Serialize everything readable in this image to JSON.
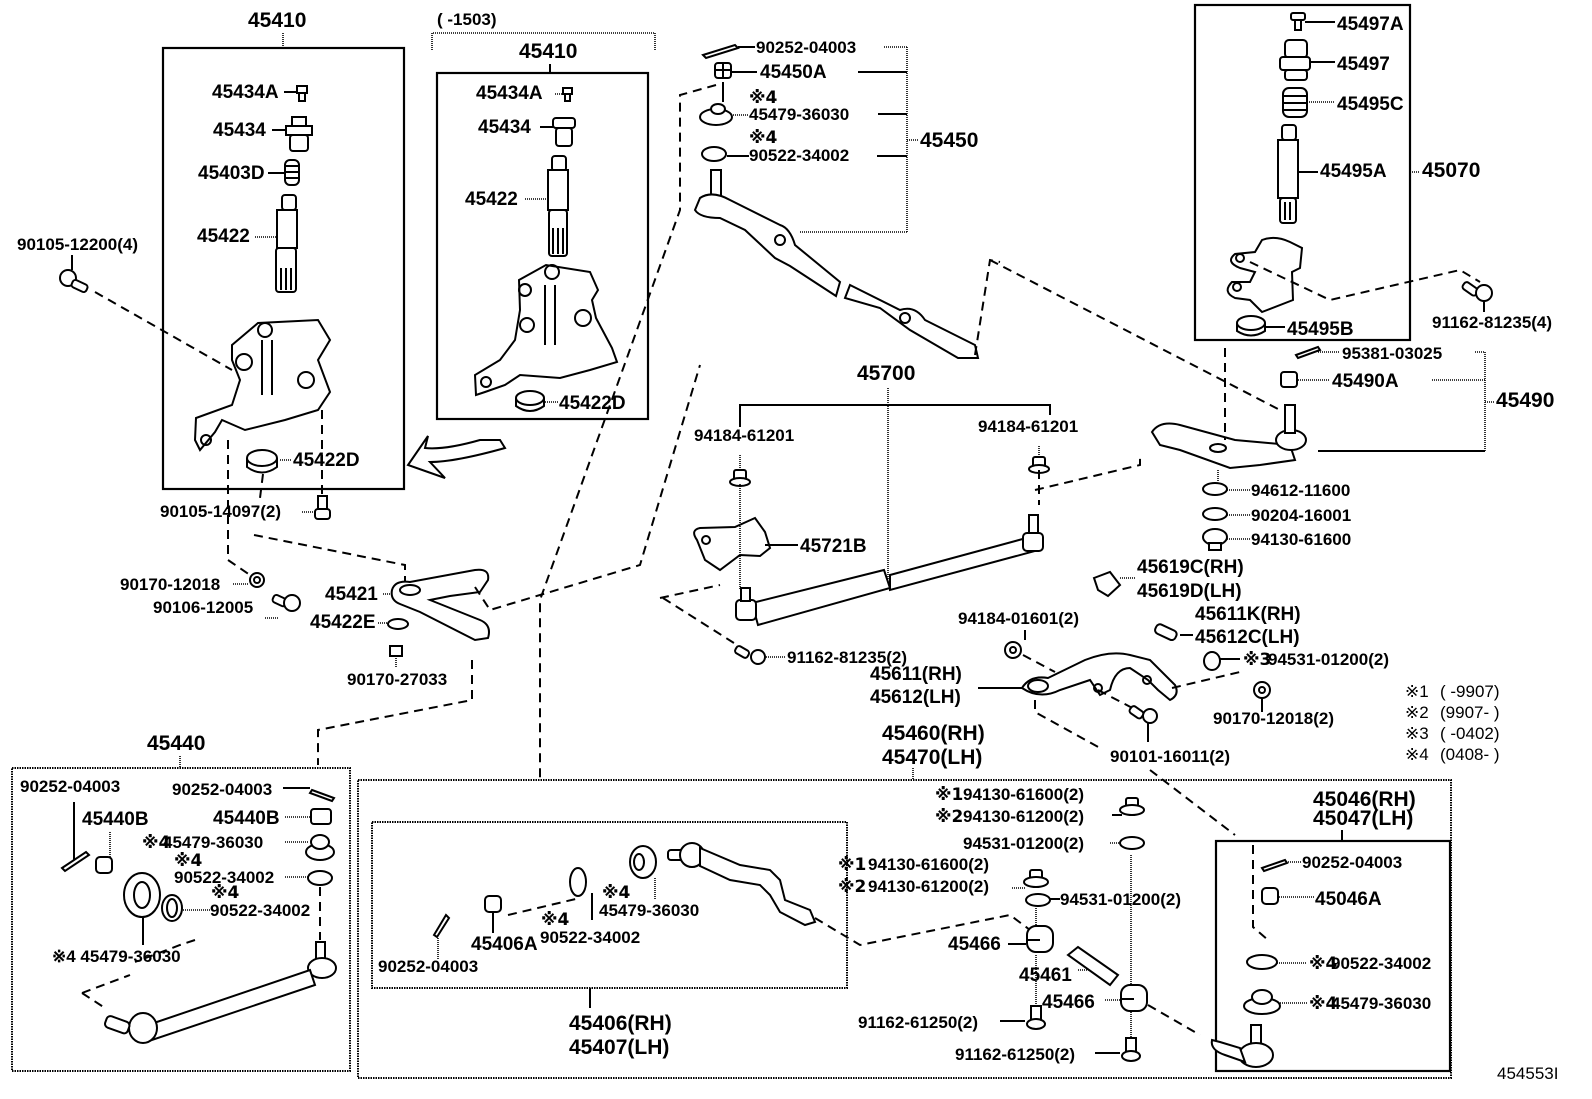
{
  "diagram_id": "454553I",
  "groups": {
    "knuckle_arm_current": {
      "assembly": "45410",
      "parts": [
        "45434A",
        "45434",
        "45403D",
        "45422",
        "45422D"
      ],
      "bolt_outside": "90105-12200(4)",
      "bolt_below": "90105-14097(2)"
    },
    "knuckle_arm_old": {
      "date_range": "(      -1503)",
      "assembly": "45410",
      "parts": [
        "45434A",
        "45434",
        "45422",
        "45422D"
      ]
    },
    "tie_rod_end_45450": {
      "assembly": "45450",
      "parts": [
        {
          "mark": "",
          "number": "90252-04003"
        },
        {
          "mark": "",
          "number": "45450A"
        },
        {
          "mark": "※4",
          "number": "45479-36030"
        },
        {
          "mark": "※4",
          "number": "90522-34002"
        }
      ]
    },
    "idler_45070": {
      "assembly": "45070",
      "parts": [
        "45497A",
        "45497",
        "45495C",
        "45495A",
        "45495B"
      ],
      "bolt_outside": "91162-81235(4)"
    },
    "idler_arm_45490": {
      "assembly": "45490",
      "parts": [
        "95381-03025",
        "45490A"
      ],
      "washers": [
        "94612-11600",
        "90204-16001",
        "94130-61600"
      ]
    },
    "relay_rod_45700": {
      "assembly": "45700",
      "nut_left": "94184-61201",
      "nut_right": "94184-61201",
      "bracket": "45721B",
      "bolt": "91162-81235(2)"
    },
    "arm_45421": {
      "parts": [
        "45421",
        "45422E"
      ],
      "nut": "90170-12018",
      "bolt": "90106-12005",
      "bolt_below": "90170-27033"
    },
    "stopper": {
      "parts": [
        "45619C(RH)",
        "45619D(LH)",
        "45611K(RH)",
        "45612C(LH)"
      ],
      "washer": {
        "mark": "※3",
        "number": "94531-01200(2)"
      },
      "nut": "94184-01601(2)",
      "nut2": "90170-12018(2)",
      "arm": [
        "45611(RH)",
        "45612(LH)"
      ],
      "bolt": "90101-16011(2)"
    },
    "notes": [
      {
        "mark": "※1",
        "range": "(      -9907)"
      },
      {
        "mark": "※2",
        "range": "(9907-      )"
      },
      {
        "mark": "※3",
        "range": "(      -0402)"
      },
      {
        "mark": "※4",
        "range": "(0408-      )"
      }
    ],
    "drag_link_45440": {
      "assembly": "45440",
      "left_parts": [
        "90252-04003",
        "45440B",
        "※4 45479-36030"
      ],
      "right_parts": [
        {
          "mark": "",
          "number": "90252-04003"
        },
        {
          "mark": "",
          "number": "45440B"
        },
        {
          "mark": "※4",
          "number": "45479-36030"
        },
        {
          "mark": "※4",
          "number": "90522-34002"
        },
        {
          "mark": "※4",
          "number": "90522-34002"
        }
      ]
    },
    "tie_rod_45460": {
      "assembly": [
        "45460(RH)",
        "45470(LH)"
      ],
      "sub_assembly": [
        "45406(RH)",
        "45407(LH)"
      ],
      "sub_parts": [
        {
          "mark": "",
          "number": "90252-04003"
        },
        {
          "mark": "",
          "number": "45406A"
        },
        {
          "mark": "※4",
          "number": "90522-34002"
        },
        {
          "mark": "※4",
          "number": "45479-36030"
        }
      ],
      "nuts_top": [
        {
          "mark": "※1",
          "number": "94130-61600(2)"
        },
        {
          "mark": "※2",
          "number": "94130-61200(2)"
        }
      ],
      "washer_top": "94531-01200(2)",
      "nuts_mid": [
        {
          "mark": "※1",
          "number": "94130-61600(2)"
        },
        {
          "mark": "※2",
          "number": "94130-61200(2)"
        }
      ],
      "washer_mid": "94531-01200(2)",
      "clamps": [
        "45466",
        "45461",
        "45466"
      ],
      "bolts": [
        "91162-61250(2)",
        "91162-61250(2)"
      ]
    },
    "tie_rod_end_45046": {
      "assembly": [
        "45046(RH)",
        "45047(LH)"
      ],
      "parts": [
        {
          "mark": "",
          "number": "90252-04003"
        },
        {
          "mark": "",
          "number": "45046A"
        },
        {
          "mark": "※4",
          "number": "90522-34002"
        },
        {
          "mark": "※4",
          "number": "45479-36030"
        }
      ]
    }
  }
}
